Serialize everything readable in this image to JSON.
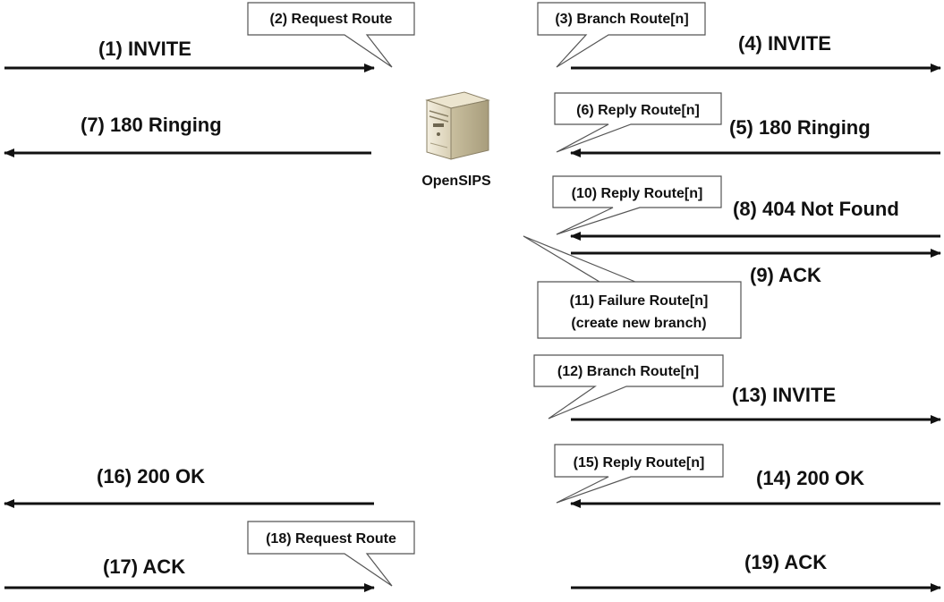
{
  "node": {
    "label": "OpenSIPS",
    "icon": "server-icon"
  },
  "colors": {
    "line": "#111111",
    "callout_border": "#555555",
    "background": "#ffffff"
  },
  "messages": [
    {
      "id": "m1",
      "label": "(1) INVITE"
    },
    {
      "id": "m4",
      "label": "(4) INVITE"
    },
    {
      "id": "m5",
      "label": "(5) 180 Ringing"
    },
    {
      "id": "m7",
      "label": "(7) 180 Ringing"
    },
    {
      "id": "m8",
      "label": "(8) 404 Not Found"
    },
    {
      "id": "m9",
      "label": "(9) ACK"
    },
    {
      "id": "m13",
      "label": "(13) INVITE"
    },
    {
      "id": "m14",
      "label": "(14) 200 OK"
    },
    {
      "id": "m16",
      "label": "(16) 200 OK"
    },
    {
      "id": "m17",
      "label": "(17) ACK"
    },
    {
      "id": "m19",
      "label": "(19) ACK"
    }
  ],
  "callouts": [
    {
      "id": "c2",
      "lines": [
        "(2) Request Route"
      ]
    },
    {
      "id": "c3",
      "lines": [
        "(3) Branch Route[n]"
      ]
    },
    {
      "id": "c6",
      "lines": [
        "(6) Reply Route[n]"
      ]
    },
    {
      "id": "c10",
      "lines": [
        "(10) Reply Route[n]"
      ]
    },
    {
      "id": "c11",
      "lines": [
        "(11) Failure Route[n]",
        "(create new branch)"
      ]
    },
    {
      "id": "c12",
      "lines": [
        "(12) Branch Route[n]"
      ]
    },
    {
      "id": "c15",
      "lines": [
        "(15) Reply Route[n]"
      ]
    },
    {
      "id": "c18",
      "lines": [
        "(18) Request Route"
      ]
    }
  ]
}
